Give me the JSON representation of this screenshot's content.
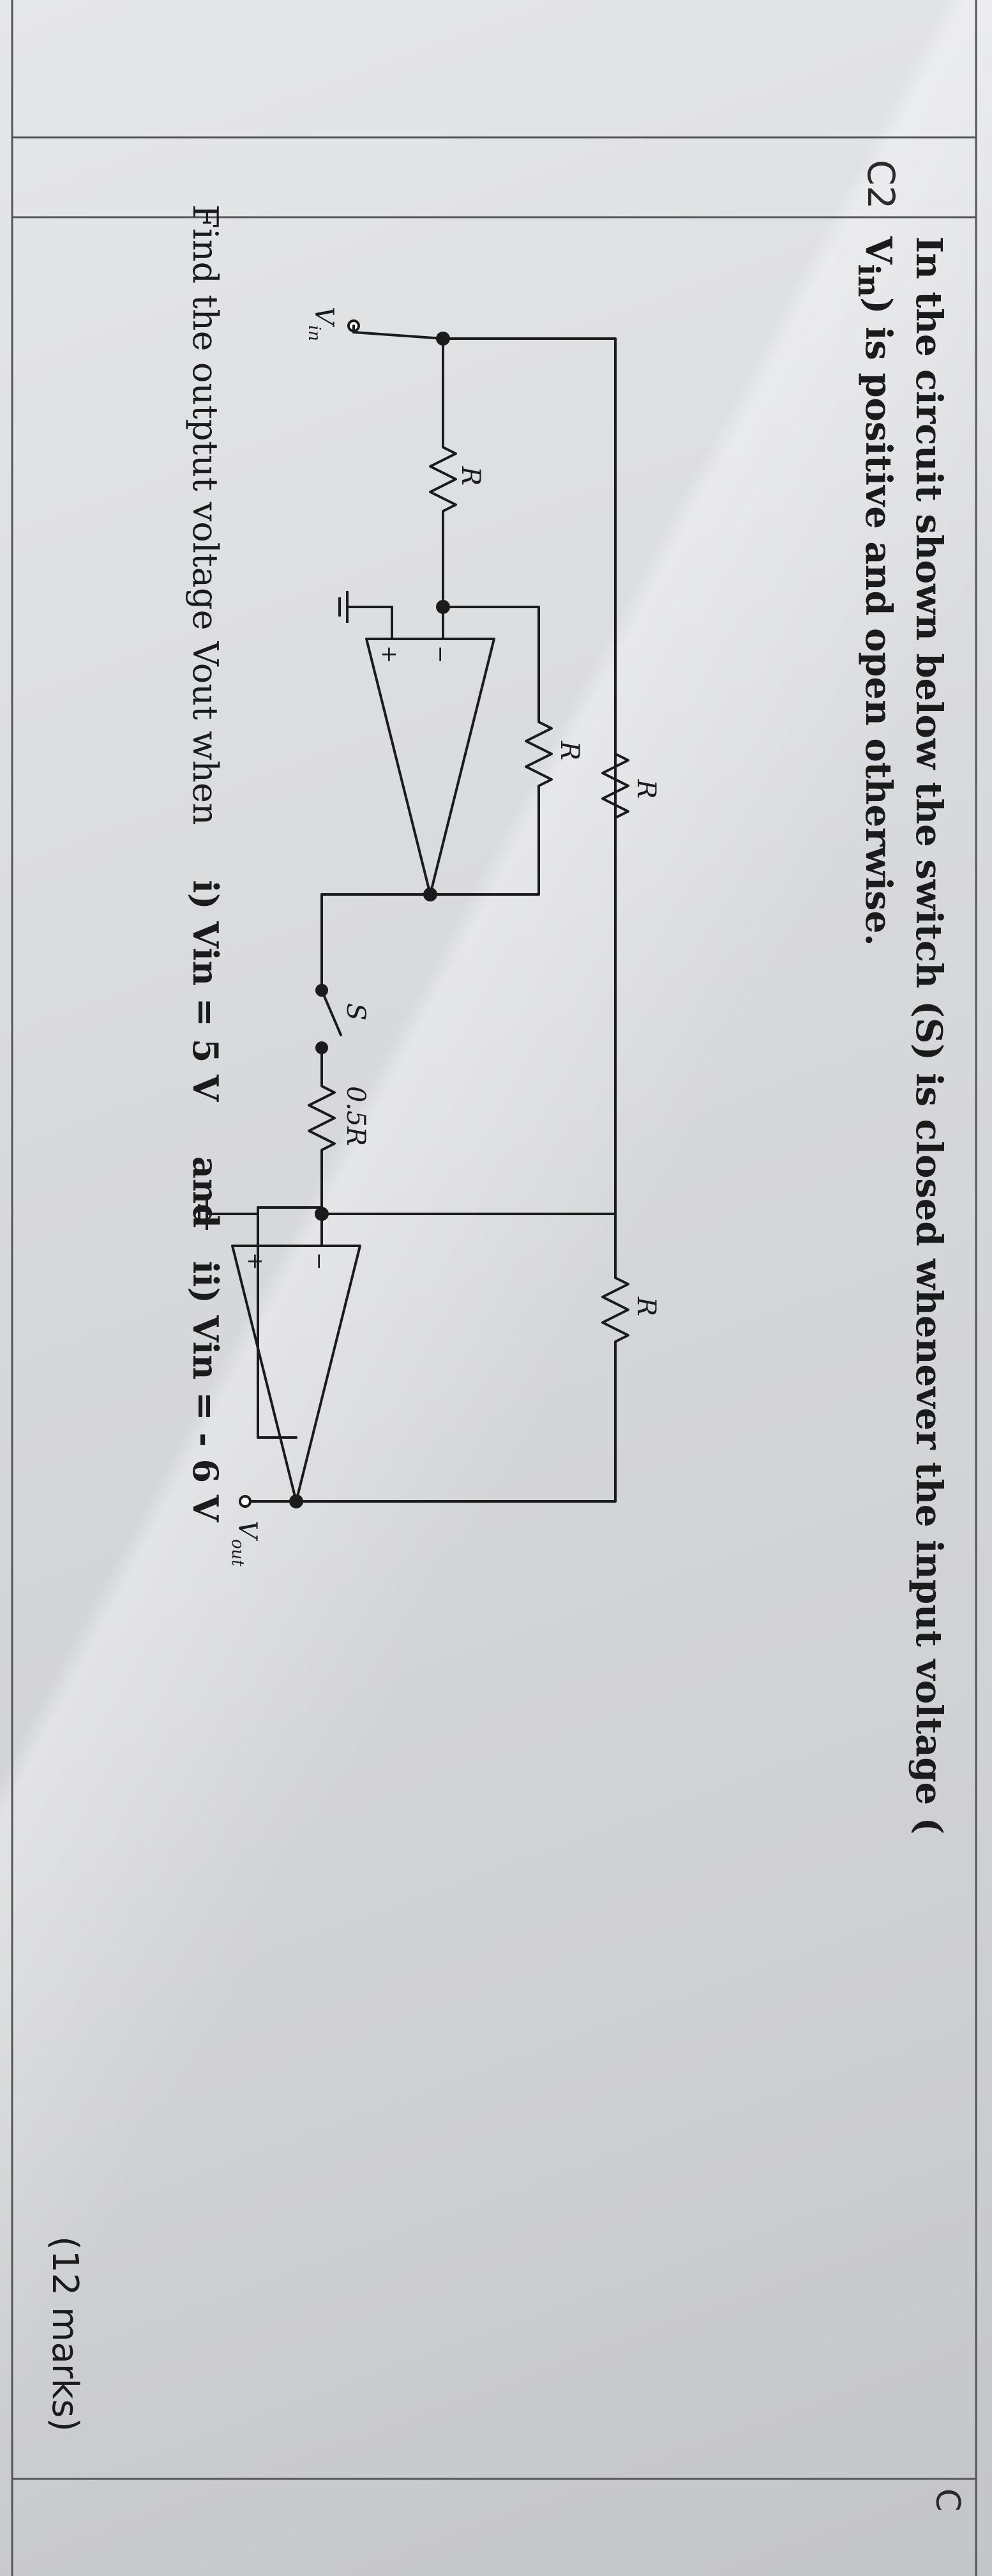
{
  "question": {
    "id": "C2",
    "column_header": "C",
    "statement_part1": "In the circuit shown below the switch (S) is closed whenever the input voltage (",
    "statement_var": "V",
    "statement_var_sub": "in",
    "statement_part2": ") is positive and open otherwise.",
    "find_text": "Find the outptut voltage Vout when",
    "case1": "i) Vin = 5 V",
    "connector": "and",
    "case2": "ii) Vin = - 6 V",
    "marks": "(12 marks)"
  },
  "circuit": {
    "resistor_top": "R",
    "resistor_input": "R",
    "resistor_feedback1": "R",
    "resistor_switch": "0.5R",
    "resistor_feedback2": "R",
    "switch_label": "S",
    "opamp_plus": "+",
    "opamp_minus": "−",
    "vin_label": "V",
    "vin_sub": "in",
    "vout_label": "V",
    "vout_sub": "out"
  }
}
